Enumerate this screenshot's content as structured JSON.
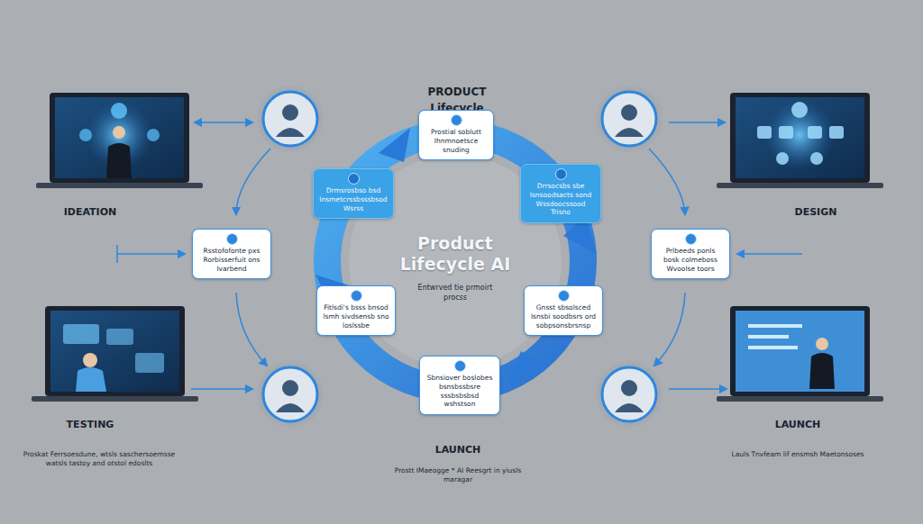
{
  "diagram": {
    "title": "PRODUCT Lifecycle",
    "nodes": [
      {
        "text": [
          "Prostial soblutt Ihnmnoetsce snuding"
        ]
      },
      {
        "text": [
          "Drrsocsbs sbe Isnsoodsacts sond Wssdoocssood Trisno"
        ]
      },
      {
        "text": [
          "Gnsst sbsolsced Isnsbi soodbsrs ord sobpsonsbrsnsp"
        ]
      },
      {
        "text": [
          "Sbnsiover boslobes bsnsbssbsre sssbsbsbsd wshstson"
        ]
      },
      {
        "text": [
          "Fitlsdi's bsss bnsod lsmh sivdsensb sno loslssbe"
        ]
      },
      {
        "text": [
          "Drmsrosbso bsd Insmetcrssbsssbsod Wsrss"
        ]
      },
      {
        "text": [
          "Rsstofofonte pxs Rorbisserfuit ons Ivarbend"
        ]
      },
      {
        "text": [
          "Prlbeeds ponls bosk colmeboss Wvoolse toors"
        ]
      }
    ],
    "labels": [
      "Product Lifecycle AI",
      "Entwrved tie prmoirt procss",
      "IDEATION",
      "DESIGN",
      "TESTING",
      "Proskat Ferrsoesdune, wtsls saschersoemsse watsls tastoy and otstol edoslts",
      "LAUNCH",
      "Lauls Tnvfeam lif ensmsh Maetonsoses",
      "LAUNCH",
      "Prostt IMaeogge * AI Reesgrt in yiusls maragar"
    ]
  }
}
